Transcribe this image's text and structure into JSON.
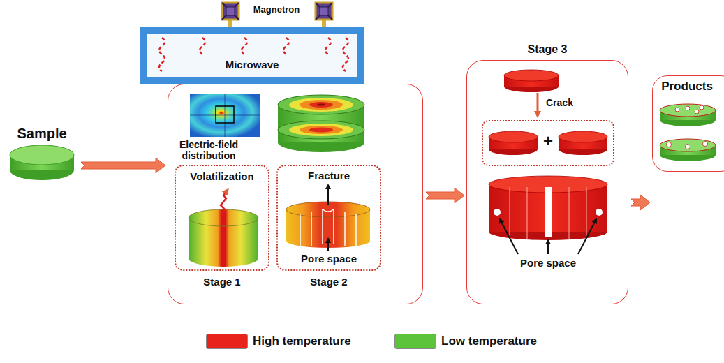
{
  "diagram": {
    "nodes": [
      {
        "text": [
          "Sample"
        ]
      },
      {
        "text": [
          "Microwave"
        ]
      },
      {
        "text": [
          "Electric-field distribution"
        ]
      },
      {
        "text": [
          "Volatilization",
          "Stage 1"
        ],
        "in": 2
      },
      {
        "text": [
          "Fracture",
          "Pore space",
          "Stage 2"
        ],
        "in": 2
      },
      {
        "text": [
          "Stage 3",
          "Crack",
          "Pore space"
        ]
      },
      {
        "text": [
          "+"
        ],
        "in": 5
      },
      {
        "text": [
          "Products"
        ]
      }
    ],
    "edges": [
      {
        "from": 0,
        "to": 2,
        "arrow": "to"
      },
      {
        "from": 2,
        "to": 5,
        "arrow": "to"
      },
      {
        "from": 5,
        "to": 7,
        "arrow": "to"
      }
    ],
    "labels": [
      "Magnetron"
    ],
    "legend": [
      {
        "text": "High temperature",
        "color": "#e8231c"
      },
      {
        "text": "Low temperature",
        "color": "#5cc43a"
      }
    ]
  }
}
